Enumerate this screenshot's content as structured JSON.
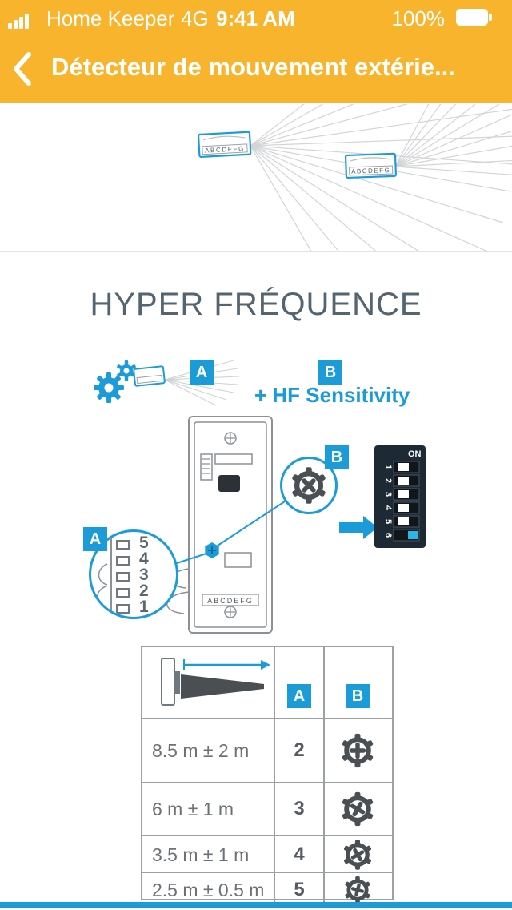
{
  "colors": {
    "header_bg": "#F7B42C",
    "accent_blue": "#1B9CD8",
    "heading_color": "#546470",
    "dip_bg": "#1D2935",
    "dial_dark": "#4A4F54"
  },
  "status_bar": {
    "carrier": "Home Keeper",
    "network": "4G",
    "time": "9:41 AM",
    "battery_percent": "100%"
  },
  "nav": {
    "title": "Détecteur de mouvement extérie..."
  },
  "beam_diagram": {
    "detector_label": "ABCDEFG"
  },
  "section": {
    "title": "HYPER FRÉQUENCE",
    "hf_sensitivity_label": "+ HF Sensitivity",
    "label_a": "A",
    "label_b": "B"
  },
  "diagram": {
    "device_strip_label": "ABCDEFG",
    "dip": {
      "on_label": "ON",
      "positions": [
        "1",
        "2",
        "3",
        "4",
        "5",
        "6"
      ]
    },
    "callout_a_numbers": [
      "5",
      "4",
      "3",
      "2",
      "1"
    ]
  },
  "table": {
    "col_a": "A",
    "col_b": "B",
    "rows": [
      {
        "distance": "8.5 m ± 2 m",
        "a": "2"
      },
      {
        "distance": "6 m ± 1 m",
        "a": "3"
      },
      {
        "distance": "3.5 m ± 1 m",
        "a": "4"
      },
      {
        "distance": "2.5 m ± 0.5 m",
        "a": "5"
      }
    ]
  }
}
